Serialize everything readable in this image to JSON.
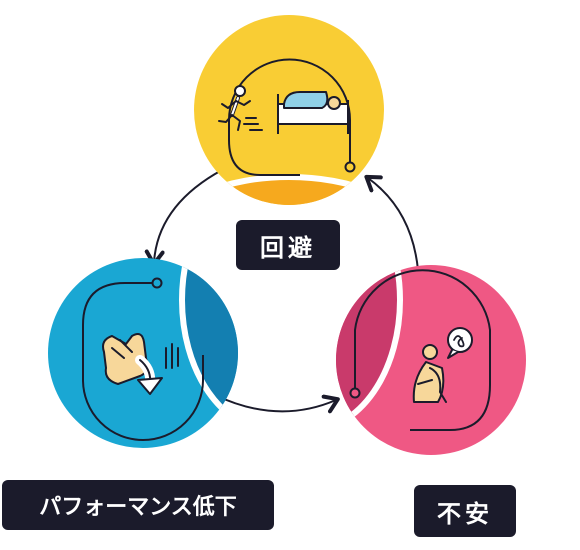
{
  "nodes": {
    "avoidance": {
      "label": "回避",
      "color": "#f9cd34",
      "accent": "#f6a91e",
      "icon": "running-away-from-bed-icon"
    },
    "performance_drop": {
      "label": "パフォーマンス低下",
      "color": "#1aa7d3",
      "accent": "#137fb1",
      "icon": "falling-down-hand-icon"
    },
    "anxiety": {
      "label": "不安",
      "color": "#ef5884",
      "accent": "#c93a6b",
      "icon": "hugging-knees-worried-person-icon"
    }
  },
  "colors": {
    "outline": "#1b1b2b",
    "label_bg": "#1b1b2b",
    "label_text": "#ffffff",
    "skin": "#f7d79a"
  }
}
